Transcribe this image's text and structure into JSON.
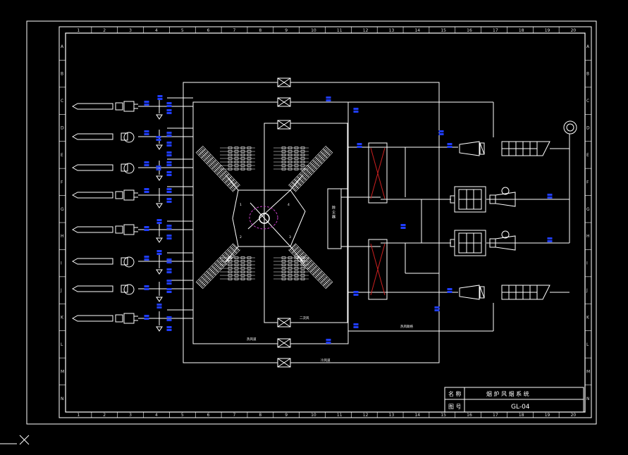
{
  "title_block": {
    "name_label": "名 称",
    "name_value": "烟 炉 风 烟 系 统",
    "number_label": "图 号",
    "number_value": "GL-04"
  },
  "grid": {
    "columns": [
      "1",
      "2",
      "3",
      "4",
      "5",
      "6",
      "7",
      "8",
      "9",
      "10",
      "11",
      "12",
      "13",
      "14",
      "15",
      "16",
      "17",
      "18",
      "19",
      "20"
    ],
    "rows": [
      "A",
      "B",
      "C",
      "D",
      "E",
      "F",
      "G",
      "H",
      "I",
      "J",
      "K",
      "L",
      "M",
      "N"
    ]
  },
  "furnace_corners": [
    "1",
    "2",
    "3",
    "4"
  ],
  "labels": {
    "center_box": "除 尘 器",
    "bottom_air": "二次风",
    "bottom_mid": "热风道",
    "bottom_right": "冷风道",
    "right_bottom": "热风联络"
  },
  "colors": {
    "line": "#ffffff",
    "instrument": "#1f3dff",
    "swirl": "#c23cc2",
    "heater": "#cc2020"
  },
  "icons": [
    "fan-icon",
    "damper-icon",
    "motor-icon",
    "cursor-icon"
  ]
}
